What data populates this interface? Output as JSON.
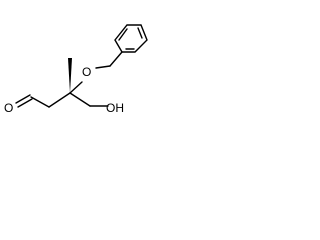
{
  "molecule": {
    "atoms": {
      "ether_oxygen": "O",
      "hydroxyl": "OH",
      "aldehyde_oxygen": "O"
    },
    "colors": {
      "bond": "#000000",
      "label": "#000000",
      "background": "#ffffff"
    }
  }
}
